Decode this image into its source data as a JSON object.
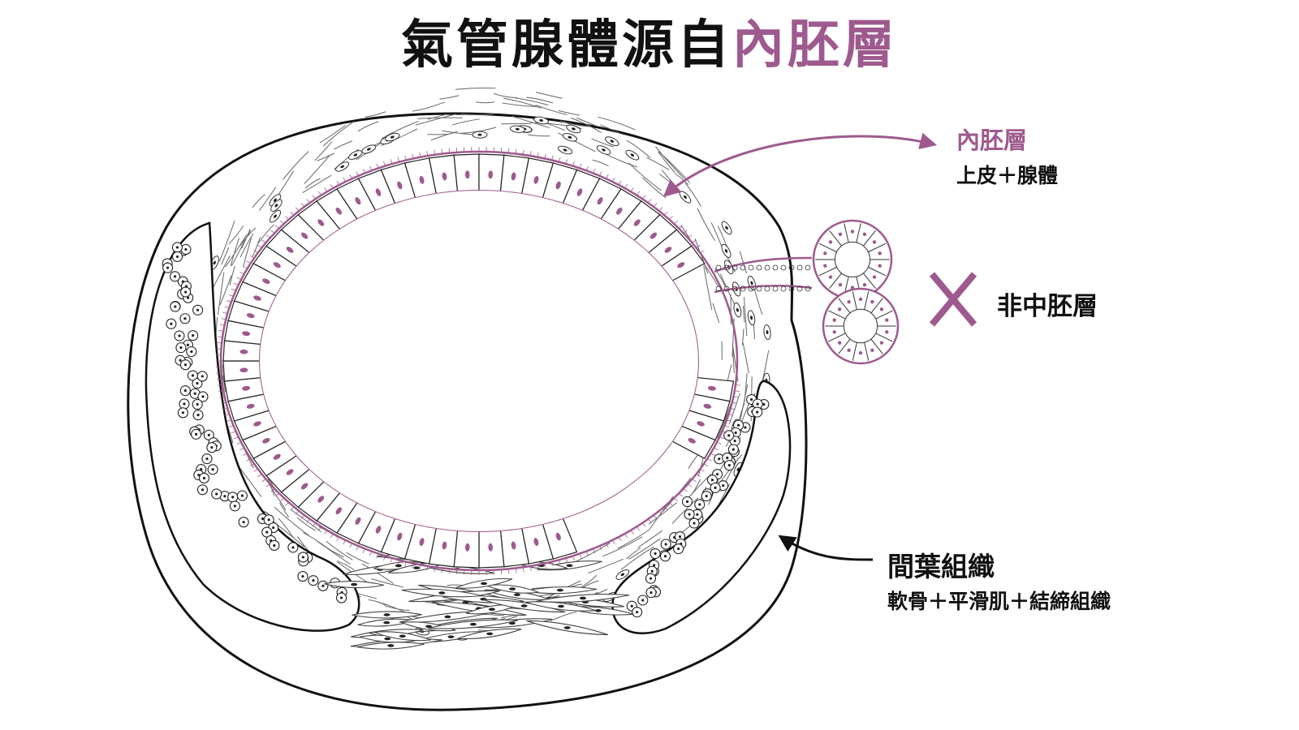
{
  "title": {
    "prefix": "氣管腺體源自",
    "highlight": "內胚層"
  },
  "labels": {
    "endoderm": {
      "heading": "內胚層",
      "detail": "上皮＋腺體"
    },
    "not_mesoderm": {
      "text": "非中胚層"
    },
    "mesenchyme": {
      "heading": "間葉組織",
      "detail": "軟骨＋平滑肌＋結締組織"
    }
  },
  "colors": {
    "accent": "#9e5a8e",
    "ink": "#111111",
    "line": "#333333"
  }
}
